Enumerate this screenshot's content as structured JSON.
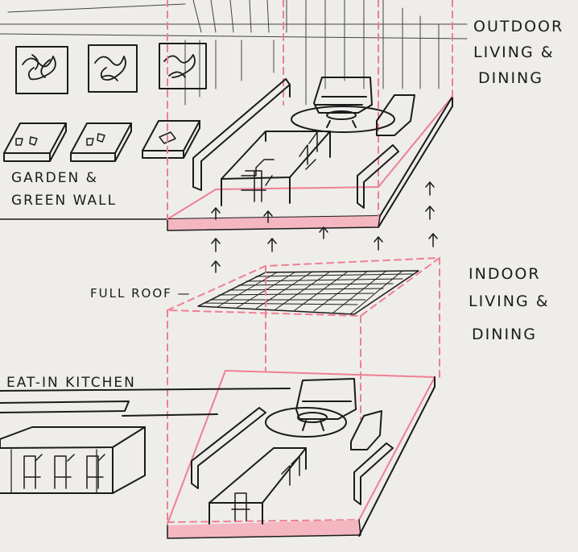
{
  "labels": {
    "outdoor_line1": "OUTDOOR",
    "outdoor_line2": "LIVING &",
    "outdoor_line3": "DINING",
    "garden_line1": "GARDEN &",
    "garden_line2": "GREEN WALL",
    "full_roof": "FULL ROOF —",
    "indoor_line1": "INDOOR",
    "indoor_line2": "LIVING &",
    "indoor_line3": "DINING",
    "kitchen": "EAT-IN KITCHEN"
  },
  "arrow_glyph": "↑",
  "colors": {
    "paper": "#eeedea",
    "ink": "#1b1b1b",
    "pink_dash": "#ef7f94",
    "pink_fill": "#f4b7c1"
  }
}
